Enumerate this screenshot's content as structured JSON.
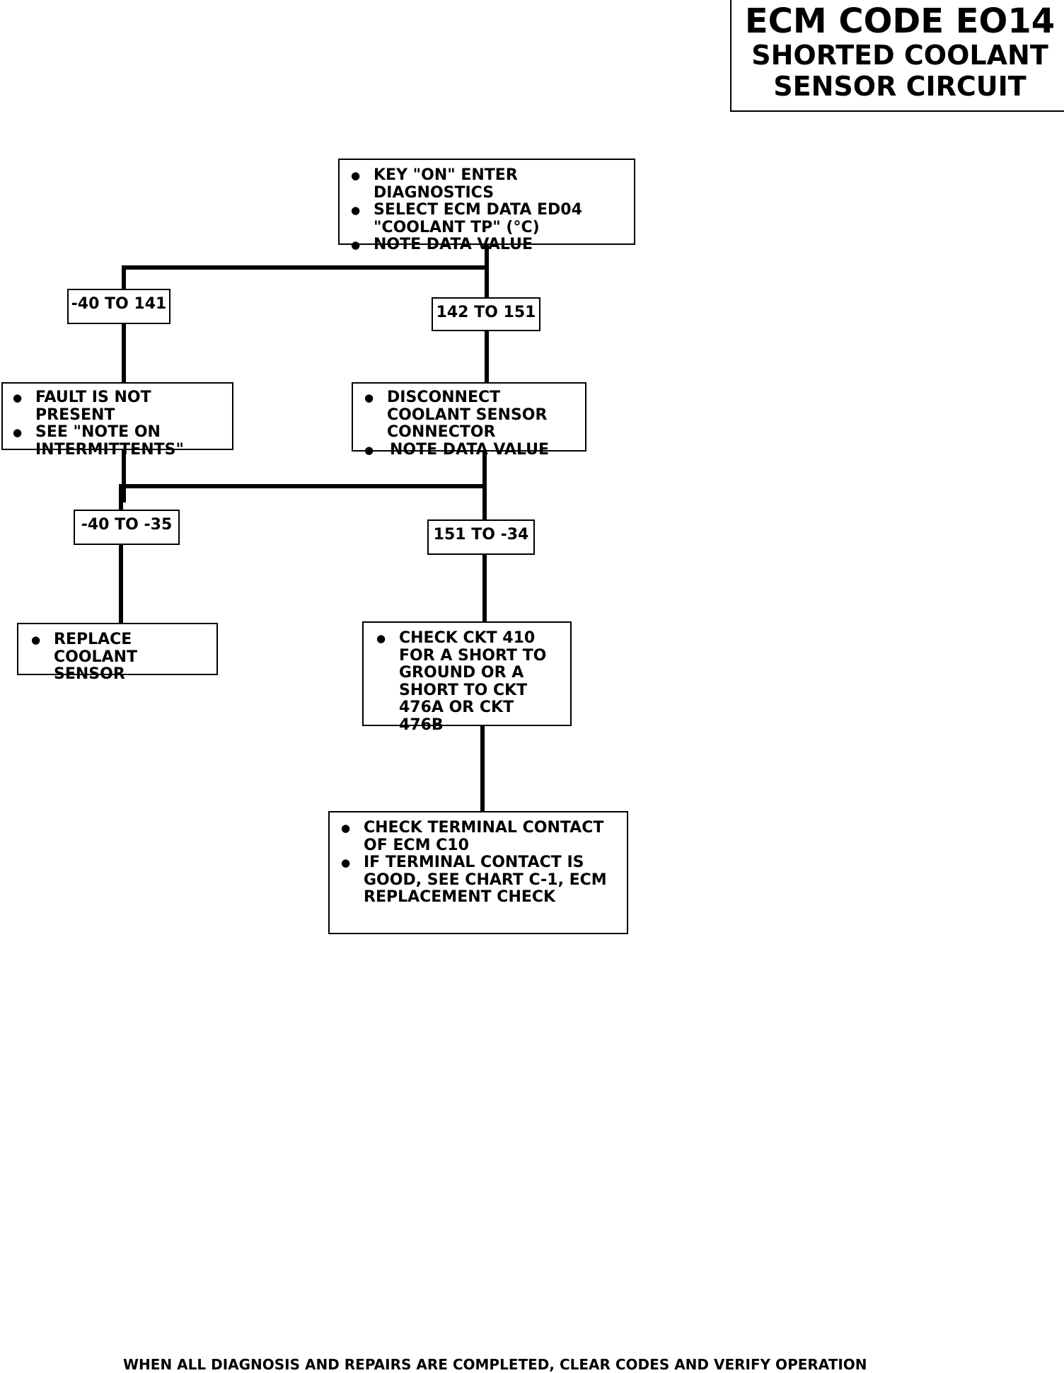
{
  "header": {
    "code": "ECM CODE EO14",
    "line1": "SHORTED COOLANT",
    "line2": "SENSOR CIRCUIT"
  },
  "steps": {
    "start": [
      "KEY \"ON\" ENTER DIAGNOSTICS",
      "SELECT ECM DATA ED04 \"COOLANT TP\" (°C)",
      "NOTE DATA VALUE"
    ],
    "range_a": "-40 TO 141",
    "range_b": "142 TO 151",
    "fault_not_present": [
      "FAULT IS NOT PRESENT",
      "SEE \"NOTE ON INTERMITTENTS\""
    ],
    "disconnect": [
      "DISCONNECT COOLANT SENSOR CONNECTOR",
      "NOTE DATA VALUE"
    ],
    "range_c": "-40 TO -35",
    "range_d": "151 TO -34",
    "replace": [
      "REPLACE COOLANT SENSOR"
    ],
    "check_ckt": [
      "CHECK CKT 410 FOR A SHORT TO GROUND OR A SHORT TO CKT 476A OR CKT 476B"
    ],
    "check_terminal": [
      "CHECK TERMINAL CONTACT OF ECM C10",
      "IF TERMINAL CONTACT IS GOOD, SEE CHART C-1, ECM REPLACEMENT CHECK"
    ]
  },
  "footer": "WHEN ALL DIAGNOSIS AND REPAIRS ARE COMPLETED, CLEAR CODES AND VERIFY OPERATION"
}
